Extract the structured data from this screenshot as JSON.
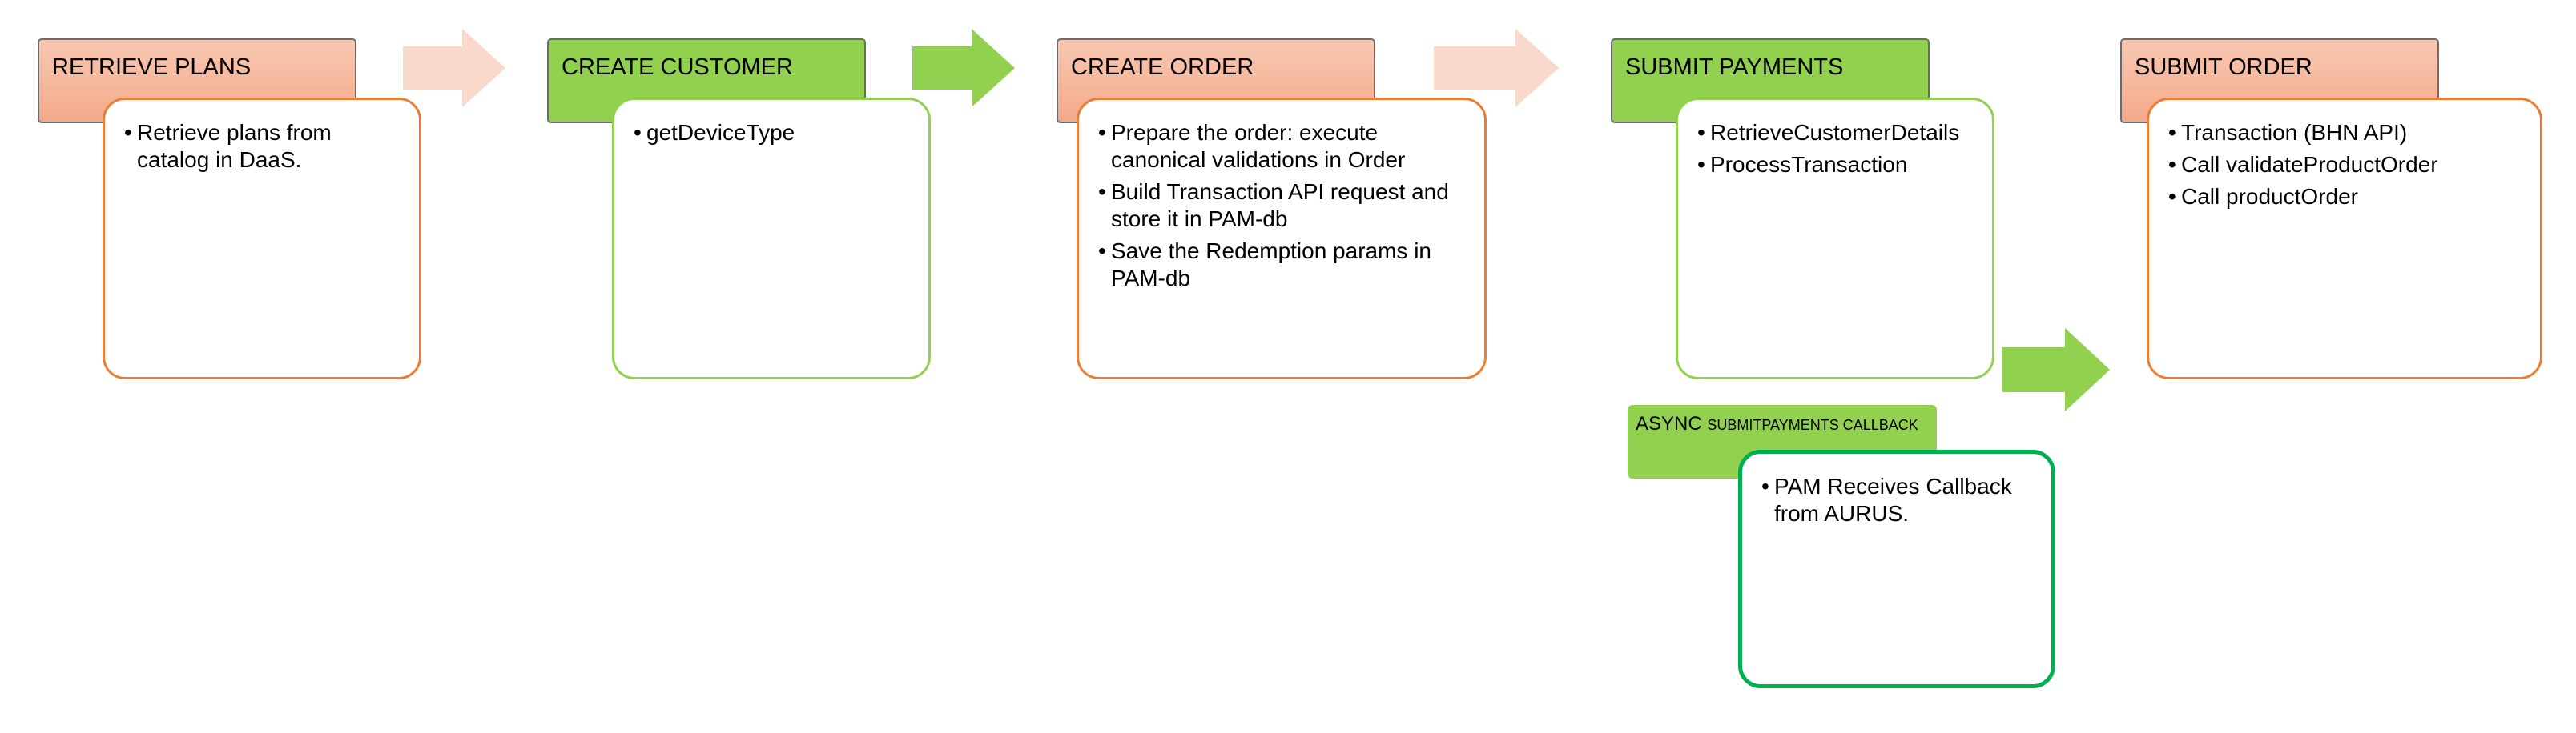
{
  "diagram": {
    "steps": [
      {
        "title": "RETRIEVE PLANS",
        "color": "#f4a98a",
        "items": [
          "Retrieve plans from catalog in DaaS."
        ]
      },
      {
        "title": "CREATE CUSTOMER",
        "color": "#92d050",
        "items": [
          "getDeviceType"
        ]
      },
      {
        "title": "CREATE ORDER",
        "color": "#f4a98a",
        "items": [
          "Prepare the order: execute canonical validations in Order",
          "Build Transaction API request and store it in PAM-db",
          "Save the Redemption params in PAM-db"
        ]
      },
      {
        "title": "SUBMIT PAYMENTS",
        "color": "#92d050",
        "items": [
          "RetrieveCustomerDetails",
          "ProcessTransaction"
        ]
      },
      {
        "title": "SUBMIT ORDER",
        "color": "#f4a98a",
        "items": [
          "Transaction (BHN API)",
          "Call validateProductOrder",
          "Call productOrder"
        ]
      }
    ],
    "async": {
      "title_main": "ASYNC",
      "title_small": "SUBMITPAYMENTS CALLBACK",
      "items": [
        "PAM Receives Callback from AURUS."
      ]
    },
    "colors": {
      "orange_border": "#ed7d31",
      "green_border": "#92d050",
      "dark_green_border": "#00b050",
      "arrow_light": "#f9d9cc",
      "arrow_green": "#92d050"
    }
  }
}
